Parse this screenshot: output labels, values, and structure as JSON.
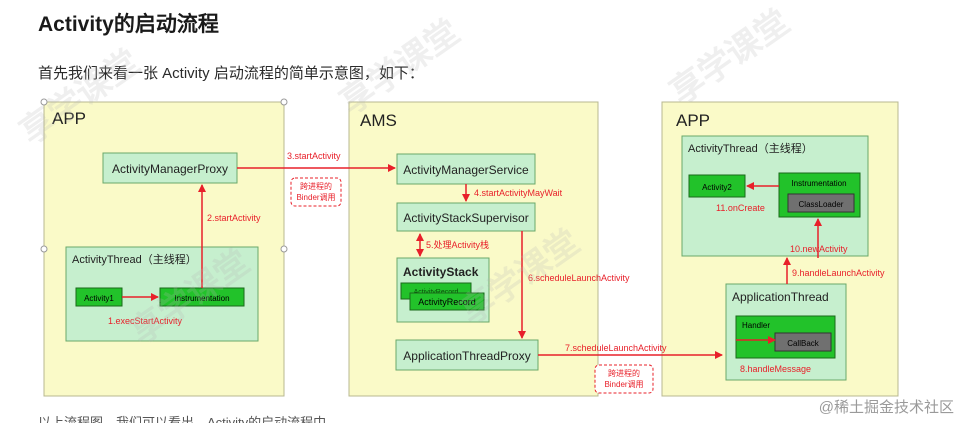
{
  "heading": "Activity的启动流程",
  "intro": "首先我们来看一张 Activity 启动流程的简单示意图，如下：",
  "clipped_line": "以上流程图，我们可以看出，Activity的启动流程中",
  "watermark_brand": "@稀土掘金技术社区",
  "watermark_text": "享学课堂",
  "diagram": {
    "app_left_title": "APP",
    "ams_title": "AMS",
    "app_right_title": "APP",
    "activity_manager_proxy": "ActivityManagerProxy",
    "activity_thread_left": "ActivityThread（主线程）",
    "activity1": "Activity1",
    "instrumentation_left": "Instrumentation",
    "activity_manager_service": "ActivityManagerService",
    "activity_stack_supervisor": "ActivityStackSupervisor",
    "activity_stack": "ActivityStack",
    "activity_record_back": "ActivityRecord",
    "activity_record_front": "ActivityRecord",
    "application_thread_proxy": "ApplicationThreadProxy",
    "activity_thread_right": "ActivityThread（主线程）",
    "activity2": "Activity2",
    "instrumentation_right": "Instrumentation",
    "class_loader": "ClassLoader",
    "application_thread": "ApplicationThread",
    "handler": "Handler",
    "callback": "CallBack",
    "step1": "1.execStartActivity",
    "step2": "2.startActivity",
    "step3": "3.startActivity",
    "step4": "4.startActivityMayWait",
    "step5": "5.处理Activity栈",
    "step6": "6.scheduleLaunchActivity",
    "step7": "7.scheduleLaunchActivity",
    "step8": "8.handleMessage",
    "step9": "9.handleLaunchActivity",
    "step10": "10.newActivity",
    "step11": "11.onCreate",
    "binder_note_1a": "跨进程的",
    "binder_note_1b": "Binder调用",
    "binder_note_2a": "跨进程的",
    "binder_note_2b": "Binder调用"
  },
  "colors": {
    "panel_fill": "#fafac8",
    "panel_border": "#b8b890",
    "box_fill": "#c6efce",
    "box_border": "#6aa86a",
    "green_box": "#22c22a",
    "arrow": "#e8202a",
    "gray_box": "#707070"
  }
}
